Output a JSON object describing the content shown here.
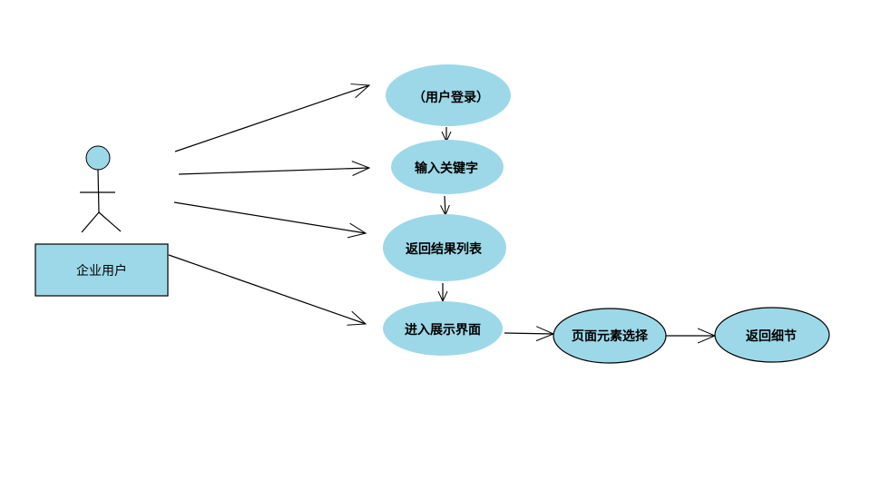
{
  "actor": {
    "label": "企业用户"
  },
  "use_cases": [
    {
      "id": "login",
      "label": "（用户登录）"
    },
    {
      "id": "keyword",
      "label": "输入关键字"
    },
    {
      "id": "results",
      "label": "返回结果列表"
    },
    {
      "id": "display",
      "label": "进入展示界面"
    },
    {
      "id": "select",
      "label": "页面元素选择"
    },
    {
      "id": "detail",
      "label": "返回细节"
    }
  ],
  "colors": {
    "fill": "#9dd8e8",
    "stroke": "#000000"
  }
}
